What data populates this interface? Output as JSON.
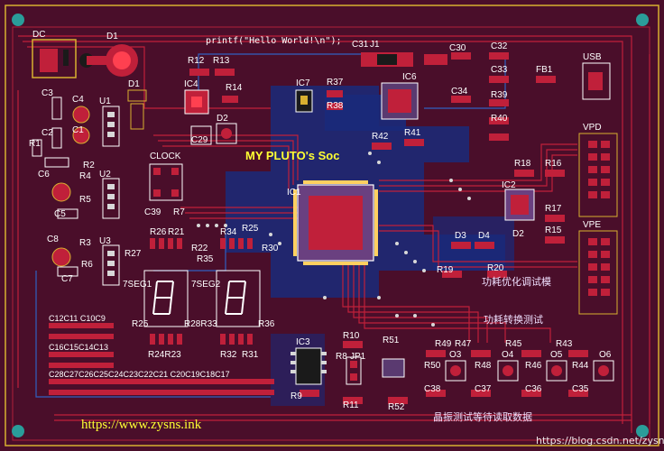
{
  "board": {
    "printf_text": "printf(\"Hello World!\\n\");",
    "soc_title": "MY PLUTO's Soc",
    "url_text": "https://www.zysns.ink",
    "watermark": "https://blog.csdn.net/zysns",
    "chinese_line1": "功耗优化调试模",
    "chinese_line2": "功耗转换测试",
    "chinese_bottom": "晶振测试等待读取数据"
  },
  "labels": {
    "DC": "DC",
    "D1": "D1",
    "D1b": "D1",
    "U1": "U1",
    "U2": "U2",
    "U3": "U3",
    "C1": "C1",
    "C2": "C2",
    "C3": "C3",
    "C4": "C4",
    "C5": "C5",
    "C6": "C6",
    "C7": "C7",
    "C8": "C8",
    "R1": "R1",
    "R2": "R2",
    "R3": "R3",
    "R4": "R4",
    "R5": "R5",
    "R6": "R6",
    "R7": "R7",
    "CLOCK": "CLOCK",
    "C39": "C39",
    "R12": "R12",
    "R13": "R13",
    "R14": "R14",
    "IC4": "IC4",
    "D2top": "D2",
    "C29": "C29",
    "IC7": "IC7",
    "R37": "R37",
    "R38": "R38",
    "IC6": "IC6",
    "C31": "C31",
    "J1": "J1",
    "C30": "C30",
    "C32": "C32",
    "C33": "C33",
    "C34": "C34",
    "R39": "R39",
    "R40": "R40",
    "FB1": "FB1",
    "USB": "USB",
    "VPD": "VPD",
    "VPE": "VPE",
    "R42": "R42",
    "R41": "R41",
    "IC1": "IC1",
    "IC2": "IC2",
    "R18": "R18",
    "R16": "R16",
    "R17": "R17",
    "R15": "R15",
    "D2": "D2",
    "D3": "D3",
    "D4": "D4",
    "R19": "R19",
    "R20": "R20",
    "R26": "R26",
    "R21": "R21",
    "R22": "R22",
    "R34": "R34",
    "R25": "R25",
    "R35": "R35",
    "R27": "R27",
    "R30": "R30",
    "SEG1": "7SEG1",
    "SEG2": "7SEG2",
    "R25b": "R25",
    "R28R33": "R28R33",
    "R36": "R36",
    "R24R23": "R24R23",
    "R32": "R32",
    "R31": "R31",
    "IC3": "IC3",
    "R10": "R10",
    "R8": "R8",
    "JP1": "JP1",
    "R11": "R11",
    "R9": "R9",
    "R51": "R51",
    "R52": "R52",
    "R49": "R49",
    "R47": "R47",
    "R45": "R45",
    "R43": "R43",
    "R50": "R50",
    "R48": "R48",
    "R46": "R46",
    "R44": "R44",
    "C38": "C38",
    "C37": "C37",
    "C36": "C36",
    "C35": "C35",
    "O3": "O3",
    "O4": "O4",
    "O5": "O5",
    "O6": "O6",
    "caps_row1": "C12C11 C10C9",
    "caps_row2": "C16C15C14C13",
    "caps_row3": "C28C27C26C25C24C23C22C21 C20C19C18C17"
  },
  "colors": {
    "board": "#4a0e2a",
    "copper_top": "#c0203a",
    "copper_bottom": "#1a2a7a",
    "silk": "#ffffff",
    "silk_yellow": "#ffff33",
    "outline_gold": "#d8b030",
    "mount_hole": "#2a9d9a"
  }
}
